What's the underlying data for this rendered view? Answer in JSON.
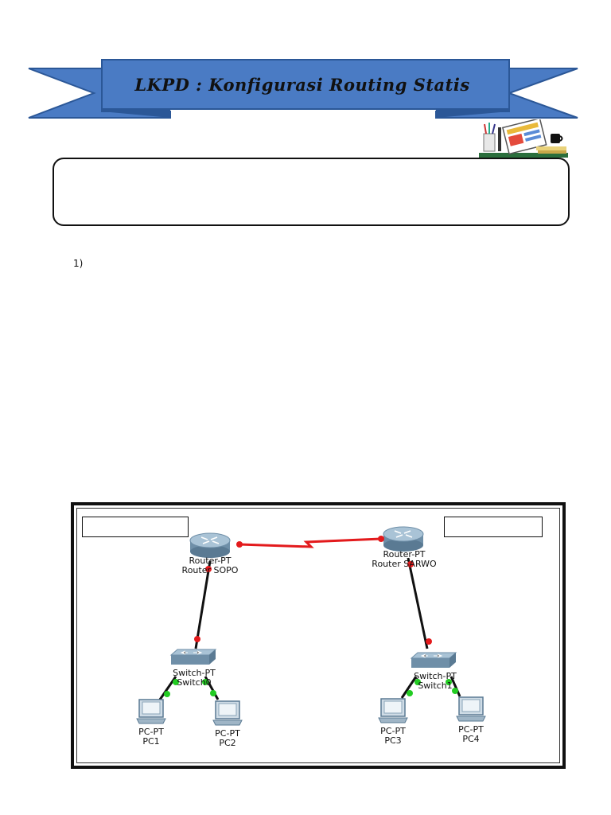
{
  "title": "LKPD : Konfigurasi Routing Statis",
  "question_number": "1)",
  "topology": {
    "routers": [
      {
        "type": "Router-PT",
        "name": "Router SOPO"
      },
      {
        "type": "Router-PT",
        "name": "Router SARWO"
      }
    ],
    "switches": [
      {
        "type": "Switch-PT",
        "name": "Switch0"
      },
      {
        "type": "Switch-PT",
        "name": "Switch1"
      }
    ],
    "pcs": [
      {
        "type": "PC-PT",
        "name": "PC1"
      },
      {
        "type": "PC-PT",
        "name": "PC2"
      },
      {
        "type": "PC-PT",
        "name": "PC3"
      },
      {
        "type": "PC-PT",
        "name": "PC4"
      }
    ]
  },
  "colors": {
    "banner": "#4a7bc4",
    "banner_dark": "#2b5797",
    "serial_link": "#e31a1c",
    "link_down": "#e31a1c",
    "link_up": "#22cc22"
  }
}
